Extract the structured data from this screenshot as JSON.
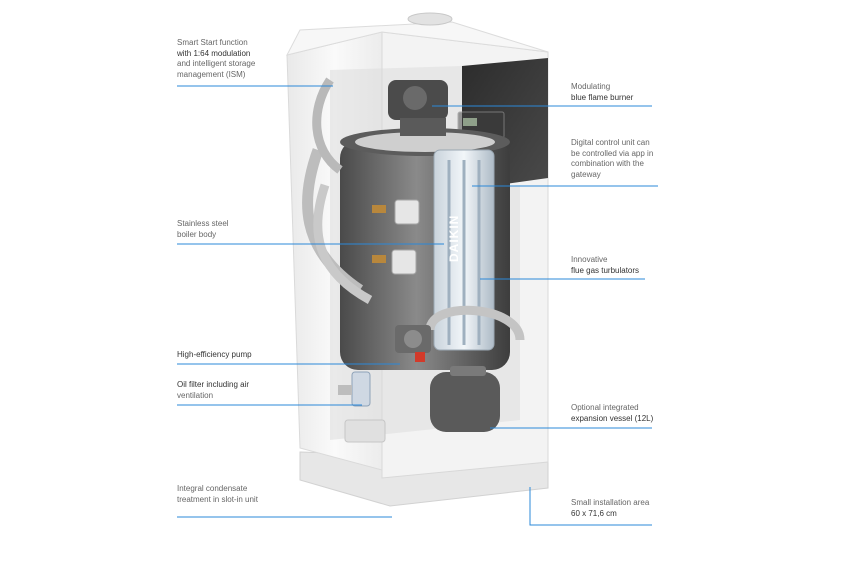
{
  "accent_color": "#2b88d8",
  "left_callouts": [
    {
      "id": "smart-start",
      "lines": [
        "Smart Start function",
        "with 1:64 modulation",
        "and intelligent storage",
        "management (ISM)"
      ]
    },
    {
      "id": "stainless-steel",
      "lines": [
        "Stainless steel",
        "boiler body"
      ]
    },
    {
      "id": "pump",
      "lines": [
        "High-efficiency pump"
      ]
    },
    {
      "id": "oil-filter",
      "lines": [
        "Oil filter including air",
        "ventilation"
      ]
    },
    {
      "id": "condensate",
      "lines": [
        "Integral condensate",
        "treatment in slot-in unit"
      ]
    }
  ],
  "right_callouts": [
    {
      "id": "burner",
      "lines": [
        "Modulating",
        "blue flame burner"
      ]
    },
    {
      "id": "control-unit",
      "lines": [
        "Digital control unit can",
        "be controlled via app in",
        "combination with the",
        "gateway"
      ]
    },
    {
      "id": "turbulators",
      "lines": [
        "Innovative",
        "flue gas turbulators"
      ]
    },
    {
      "id": "expansion-vessel",
      "lines": [
        "Optional integrated",
        "expansion vessel (12L)"
      ]
    },
    {
      "id": "installation-area",
      "lines": [
        "Small installation area",
        "60 x 71,6 cm"
      ]
    }
  ],
  "brand_mark": "DAIKIN"
}
